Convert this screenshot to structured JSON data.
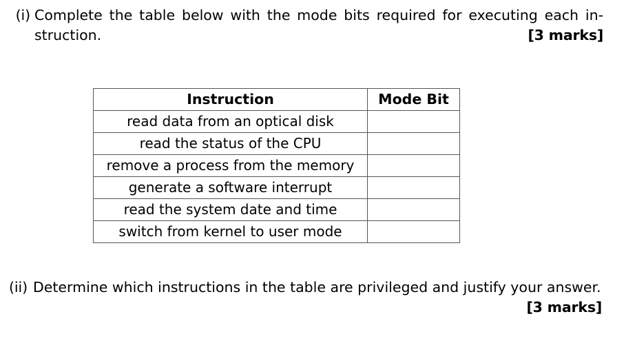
{
  "question": {
    "items": [
      {
        "marker": "(i)",
        "line1": "Complete the table below with the mode bits required for executing each in-",
        "line2": "struction.",
        "marks": "[3 marks]"
      },
      {
        "marker": "(ii)",
        "line1": "Determine which instructions in the table are privileged and justify your answer.",
        "marks": "[3 marks]"
      }
    ]
  },
  "table": {
    "headers": {
      "instruction": "Instruction",
      "mode_bit": "Mode Bit"
    },
    "rows": [
      {
        "instruction": "read data from an optical disk",
        "mode_bit": ""
      },
      {
        "instruction": "read the status of the CPU",
        "mode_bit": ""
      },
      {
        "instruction": "remove a process from the memory",
        "mode_bit": ""
      },
      {
        "instruction": "generate a software interrupt",
        "mode_bit": ""
      },
      {
        "instruction": "read the system date and time",
        "mode_bit": ""
      },
      {
        "instruction": "switch from kernel to user mode",
        "mode_bit": ""
      }
    ]
  },
  "style": {
    "text_color": "#000000",
    "border_color": "#555555",
    "background": "#ffffff"
  }
}
